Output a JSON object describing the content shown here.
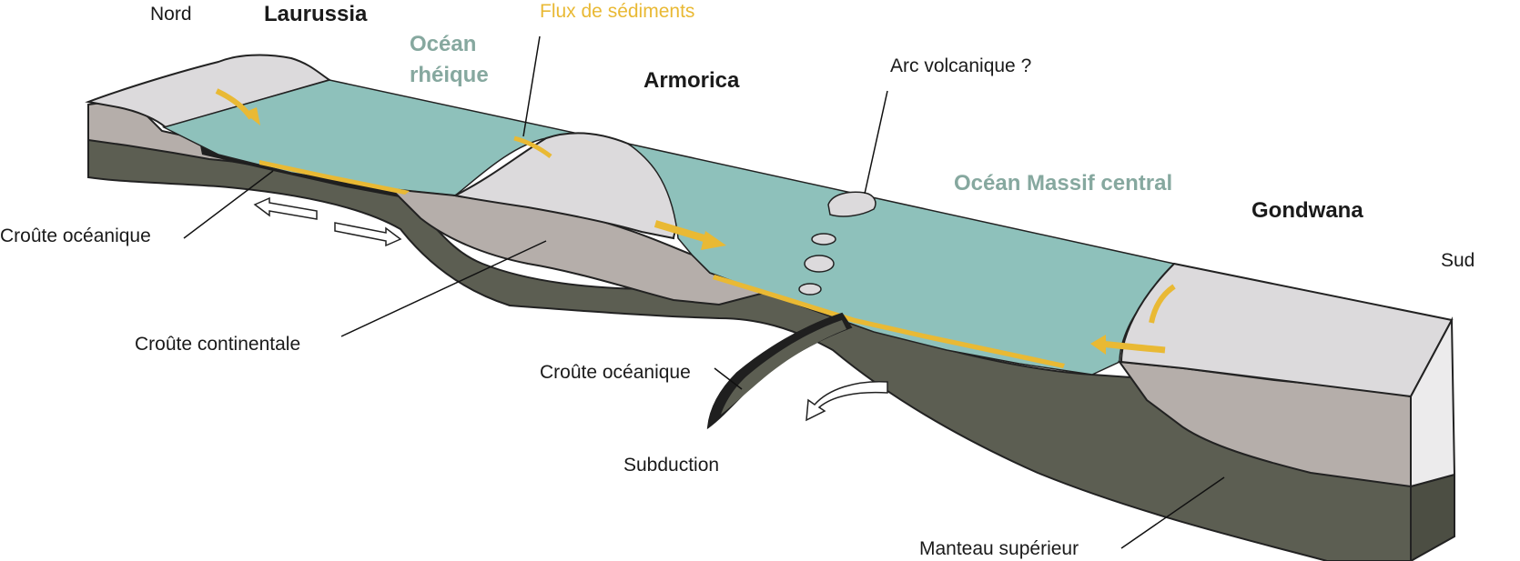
{
  "labels": {
    "nord": "Nord",
    "sud": "Sud",
    "laurussia": "Laurussia",
    "armorica": "Armorica",
    "gondwana": "Gondwana",
    "ocean_rheique_line1": "Océan",
    "ocean_rheique_line2": "rhéique",
    "ocean_massif_central": "Océan Massif central",
    "flux_sediments": "Flux de sédiments",
    "arc_volcanique": "Arc volcanique ?",
    "croute_oceanique_left": "Croûte océanique",
    "croute_continentale": "Croûte continentale",
    "croute_oceanique_center": "Croûte océanique",
    "subduction": "Subduction",
    "manteau_superieur": "Manteau supérieur"
  },
  "colors": {
    "ocean": "#8ec1bb",
    "ocean_label": "#86a89f",
    "mantle": "#5c5e52",
    "continental_crust": "#b5aeaa",
    "continental_top": "#dcdadc",
    "sediment": "#e9b934",
    "oceanic_crust": "#1f1f1f",
    "outline": "#222222"
  }
}
